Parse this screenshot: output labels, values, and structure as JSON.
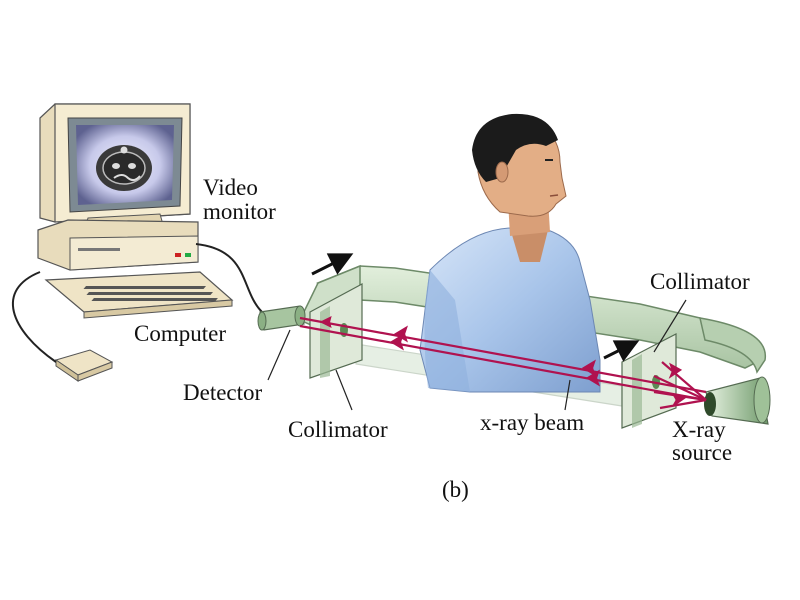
{
  "labels": {
    "video_monitor": [
      "Video",
      "monitor"
    ],
    "computer": "Computer",
    "detector": "Detector",
    "collimator_left": "Collimator",
    "collimator_right": "Collimator",
    "xray_beam": "x-ray beam",
    "xray_source": [
      "X-ray",
      "source"
    ],
    "caption": "(b)"
  },
  "colors": {
    "beam": "#b0124f",
    "frame": "#c6dcc0",
    "computer_case": "#f2e6c8",
    "gown": "#a9c5ea",
    "skin": "#e3ae86",
    "hair": "#1b1b1b",
    "screen_glow": "#b8bde0"
  }
}
